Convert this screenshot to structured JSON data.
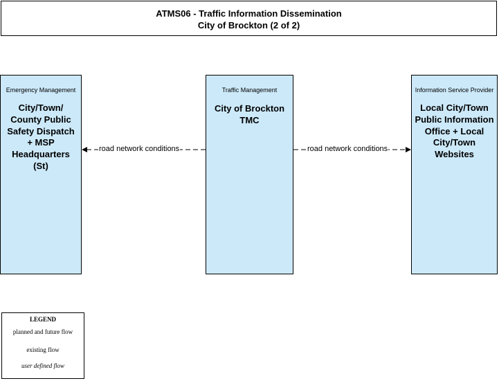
{
  "title": {
    "line1": "ATMS06 - Traffic Information Dissemination",
    "line2": "City of Brockton (2 of 2)"
  },
  "nodes": {
    "emergency": {
      "type": "Emergency Management",
      "name": "City/Town/ County Public Safety Dispatch + MSP Headquarters (St)"
    },
    "traffic": {
      "type": "Traffic Management",
      "name": "City of Brockton TMC"
    },
    "isp": {
      "type": "Information Service Provider",
      "name": "Local City/Town Public Information Office + Local City/Town Websites"
    }
  },
  "flows": [
    {
      "label": "road network conditions",
      "from": "traffic",
      "to": "emergency",
      "style": "planned"
    },
    {
      "label": "road network conditions",
      "from": "traffic",
      "to": "isp",
      "style": "planned"
    }
  ],
  "legend": {
    "title": "LEGEND",
    "planned": "planned and future flow",
    "existing": "existing flow",
    "user_defined": "user defined flow"
  }
}
